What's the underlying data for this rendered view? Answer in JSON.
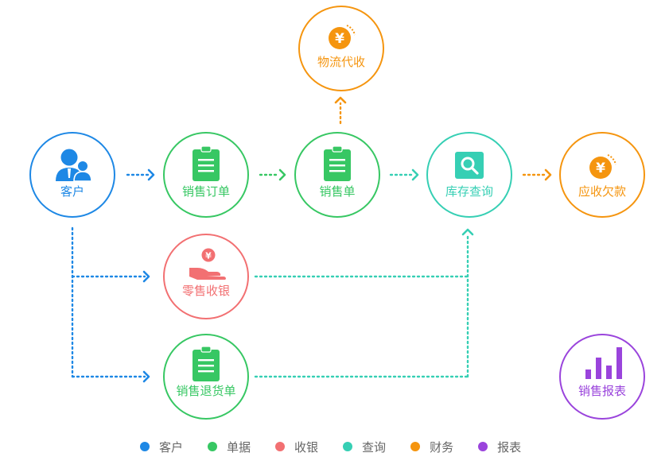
{
  "colors": {
    "blue": "#1e88e5",
    "green": "#37c763",
    "red": "#f27072",
    "teal": "#36cfb4",
    "orange": "#f5950f",
    "purple": "#9a44dc"
  },
  "nodes": {
    "customer": {
      "label": "客户",
      "icon": "customer-icon"
    },
    "sales_order": {
      "label": "销售订单",
      "icon": "clipboard-icon"
    },
    "sales_slip": {
      "label": "销售单",
      "icon": "clipboard-icon"
    },
    "logistics_cod": {
      "label": "物流代收",
      "icon": "yuan-coin-icon",
      "icon_text": "¥"
    },
    "inventory_query": {
      "label": "库存查询",
      "icon": "magnifier-icon"
    },
    "receivables": {
      "label": "应收欠款",
      "icon": "yuan-coin-icon",
      "icon_text": "¥"
    },
    "retail_checkout": {
      "label": "零售收银",
      "icon": "hand-coin-icon",
      "icon_text": "¥"
    },
    "sales_return": {
      "label": "销售退货单",
      "icon": "clipboard-icon"
    },
    "sales_report": {
      "label": "销售报表",
      "icon": "bar-chart-icon"
    }
  },
  "legend": [
    {
      "label": "客户",
      "color": "#1e88e5"
    },
    {
      "label": "单据",
      "color": "#37c763"
    },
    {
      "label": "收银",
      "color": "#f27072"
    },
    {
      "label": "查询",
      "color": "#36cfb4"
    },
    {
      "label": "财务",
      "color": "#f5950f"
    },
    {
      "label": "报表",
      "color": "#9a44dc"
    }
  ]
}
